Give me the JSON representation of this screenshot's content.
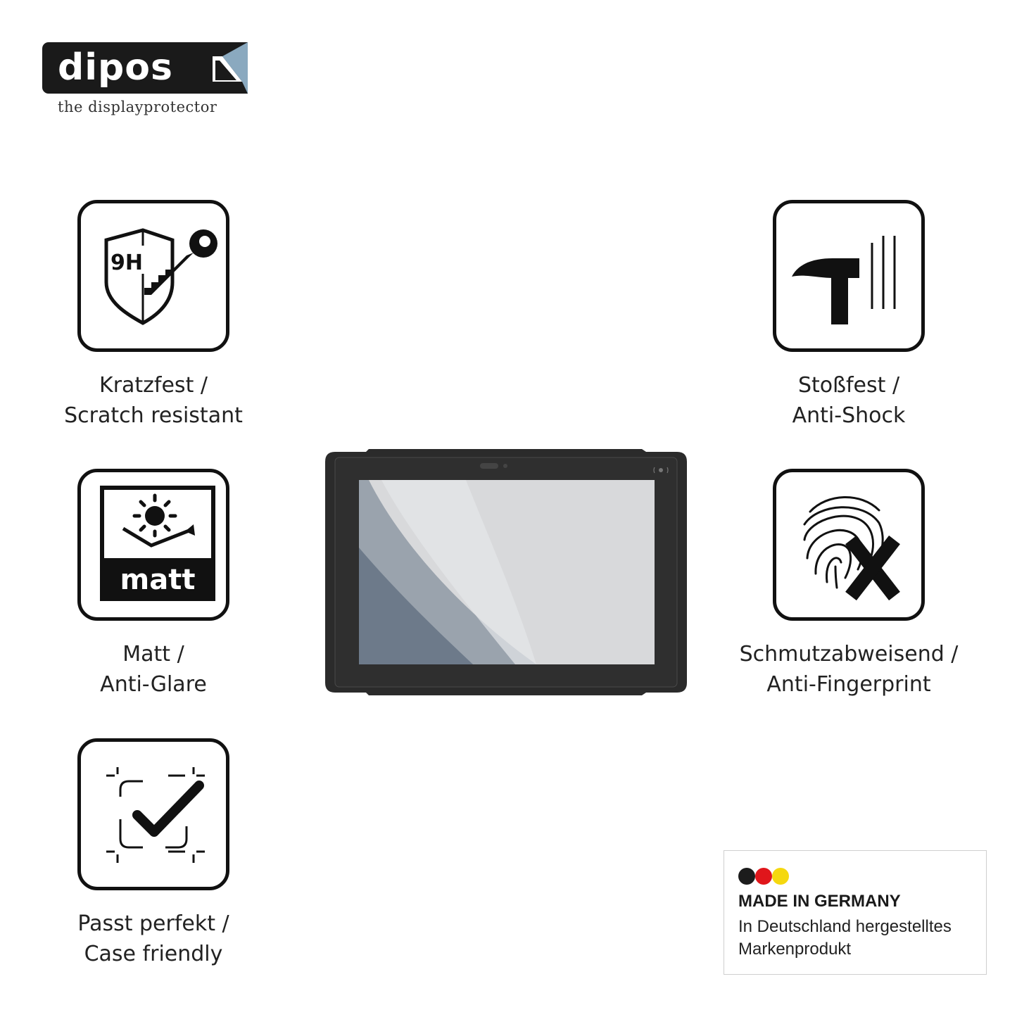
{
  "logo": {
    "wordmark": "dipos",
    "tagline": "the displayprotector"
  },
  "features": {
    "scratch": {
      "icon": "shield-key-9h-icon",
      "icon_text": "9H",
      "line1": "Kratzfest /",
      "line2": "Scratch resistant"
    },
    "matt": {
      "icon": "sun-matt-icon",
      "icon_text": "matt",
      "line1": "Matt /",
      "line2": "Anti-Glare"
    },
    "case": {
      "icon": "frame-check-icon",
      "line1": "Passt perfekt /",
      "line2": "Case friendly"
    },
    "shock": {
      "icon": "hammer-icon",
      "line1": "Stoßfest /",
      "line2": "Anti-Shock"
    },
    "finger": {
      "icon": "fingerprint-x-icon",
      "line1": "Schmutzabweisend /",
      "line2": "Anti-Fingerprint"
    }
  },
  "badge": {
    "title": "MADE IN GERMANY",
    "line1": "In Deutschland hergestelltes",
    "line2": "Markenprodukt",
    "flag_colors": [
      "#1c1c1c",
      "#e0161b",
      "#f5d80f"
    ]
  },
  "colors": {
    "ink": "#111111",
    "tablet_body": "#2b2b2b",
    "screen_light": "#d8d9db",
    "screen_dark": "#6d7a8a"
  }
}
